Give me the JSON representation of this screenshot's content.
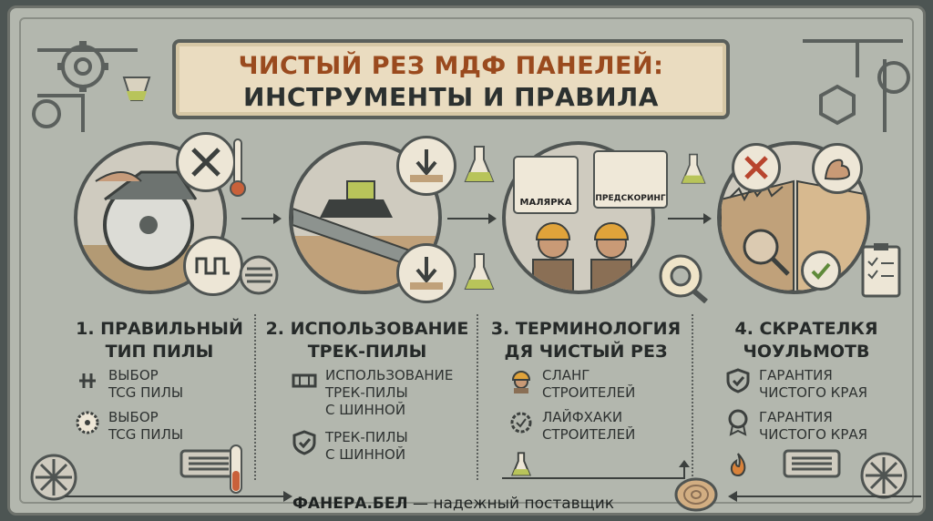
{
  "title": {
    "line1": "ЧИСТЫЙ РЕЗ МДФ ПАНЕЛЕЙ:",
    "line2": "ИНСТРУМЕНТЫ И ПРАВИЛА"
  },
  "colors": {
    "title_accent": "#9a4a1e",
    "background": "#b3b7ae",
    "banner": "#eadcc0"
  },
  "steps": [
    {
      "title_line1": "1. ПРАВИЛЬНЫЙ",
      "title_line2": "ТИП ПИЛЫ",
      "items": [
        {
          "icon": "blade-tooth-icon",
          "text_line1": "ВЫБОР",
          "text_line2": "TCG ПИЛЫ"
        },
        {
          "icon": "saw-blade-icon",
          "text_line1": "ВЫБОР",
          "text_line2": "TCG ПИЛЫ"
        }
      ]
    },
    {
      "title_line1": "2. ИСПОЛЬЗОВАНИЕ",
      "title_line2": "ТРЕК-ПИЛЫ",
      "items": [
        {
          "icon": "track-rail-icon",
          "text_line1": "ИСПОЛЬЗОВАНИЕ",
          "text_line2": "ТРЕК-ПИЛЫ",
          "text_line3": "С ШИННОЙ"
        },
        {
          "icon": "shield-check-icon",
          "text_line1": "ТРЕК-ПИЛЫ",
          "text_line2": "С ШИННОЙ"
        }
      ]
    },
    {
      "title_line1": "3. ТЕРМИНОЛОГИЯ",
      "title_line2": "ДЯ ЧИСТЫЙ РЕЗ",
      "bubble_labels": [
        "МАЛЯРКА",
        "ПРЕДСКОРИНГ"
      ],
      "items": [
        {
          "icon": "worker-helmet-icon",
          "text_line1": "СЛАНГ",
          "text_line2": "СТРОИТЕЛЕЙ"
        },
        {
          "icon": "gear-check-icon",
          "text_line1": "ЛАЙФХАКИ",
          "text_line2": "СТРОИТЕЛЕЙ"
        },
        {
          "icon": "flask-icon"
        }
      ]
    },
    {
      "title_line1": "4. СКРАТЕЛКЯ",
      "title_line2": "ЧОУЛЬМОТВ",
      "items": [
        {
          "icon": "shield-check-icon",
          "text_line1": "ГАРАНТИЯ",
          "text_line2": "ЧИСТОГО КРАЯ"
        },
        {
          "icon": "award-badge-icon",
          "text_line1": "ГАРАНТИЯ",
          "text_line2": "ЧИСТОГО КРАЯ"
        },
        {
          "icon": "flame-icon"
        }
      ]
    }
  ],
  "footer": {
    "brand": "ФАНЕРА.БЕЛ",
    "tagline": " — надежный поставщик"
  }
}
